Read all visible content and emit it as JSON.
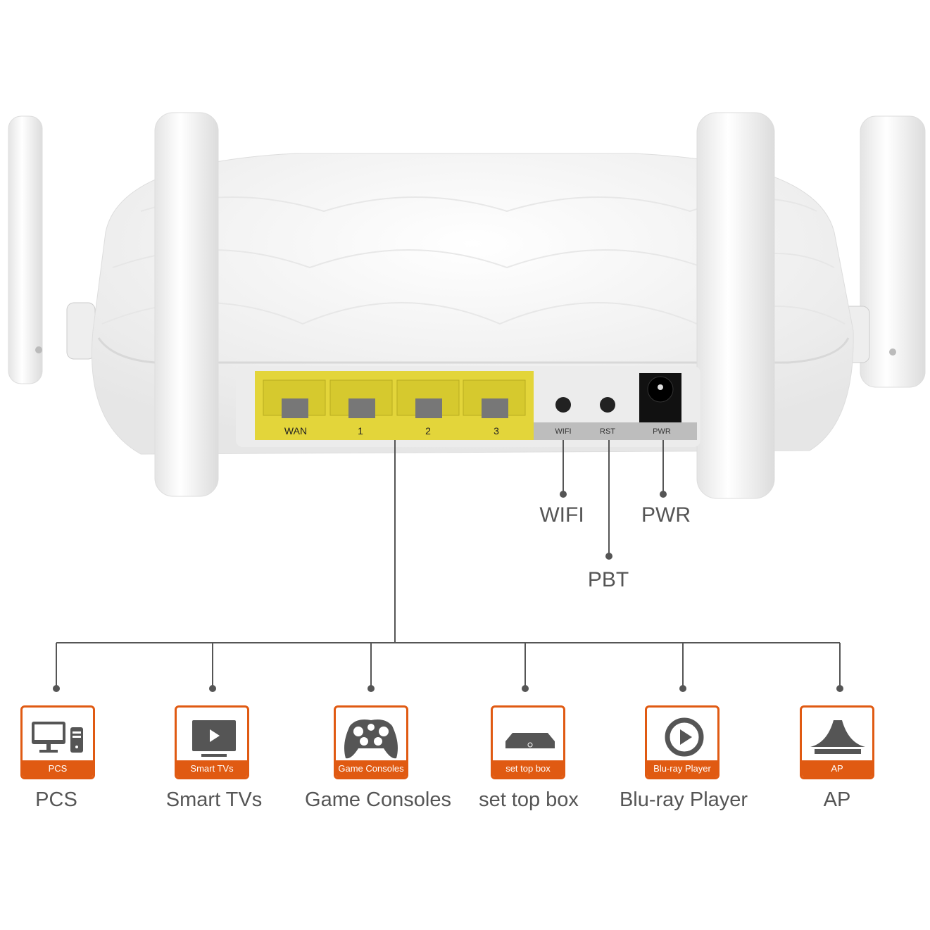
{
  "ports": {
    "wan": "WAN",
    "lan1": "1",
    "lan2": "2",
    "lan3": "3",
    "wifi": "WIFI",
    "rst": "RST",
    "pwr": "PWR"
  },
  "callouts": {
    "wifi": "WIFI",
    "pwr": "PWR",
    "pbt": "PBT"
  },
  "devices": [
    {
      "badge": "PCS",
      "label": "PCS",
      "icon": "computer-icon"
    },
    {
      "badge": "Smart TVs",
      "label": "Smart TVs",
      "icon": "tv-icon"
    },
    {
      "badge": "Game Consoles",
      "label": "Game Consoles",
      "icon": "gamepad-icon"
    },
    {
      "badge": "set top box",
      "label": "set top box",
      "icon": "set-top-box-icon"
    },
    {
      "badge": "Blu-ray Player",
      "label": "Blu-ray Player",
      "icon": "play-circle-icon"
    },
    {
      "badge": "AP",
      "label": "AP",
      "icon": "access-point-icon"
    }
  ],
  "colors": {
    "accent": "#e05a12",
    "port_yellow": "#e3d53a",
    "line": "#555555"
  }
}
